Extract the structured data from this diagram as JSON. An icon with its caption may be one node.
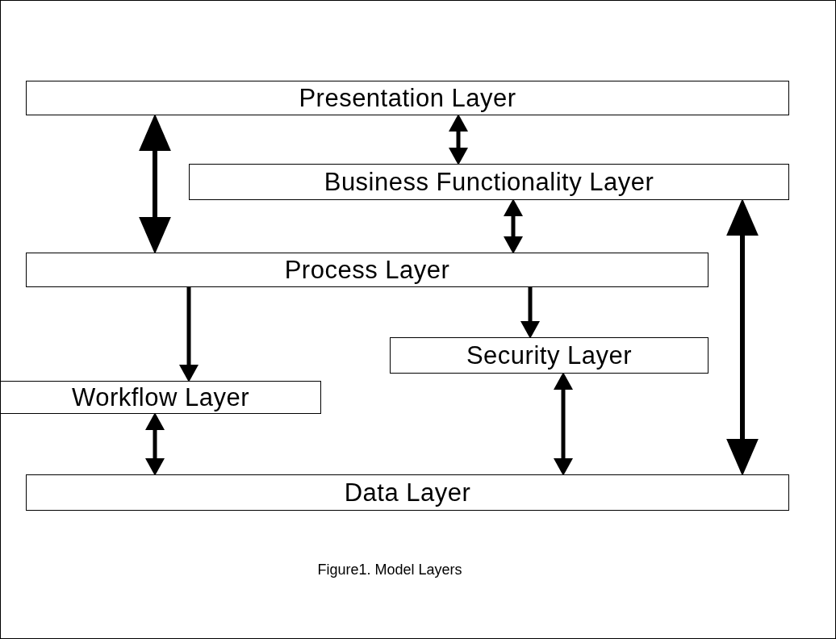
{
  "diagram": {
    "caption": "Figure1. Model Layers",
    "nodes": [
      {
        "text": [
          "Presentation Layer"
        ]
      },
      {
        "text": [
          "Business Functionality Layer"
        ]
      },
      {
        "text": [
          "Process Layer"
        ]
      },
      {
        "text": [
          "Security Layer"
        ]
      },
      {
        "text": [
          "Workflow Layer"
        ]
      },
      {
        "text": [
          "Data Layer"
        ]
      }
    ],
    "edges": [
      {
        "from": 0,
        "to": 2,
        "arrow": "both"
      },
      {
        "from": 0,
        "to": 1,
        "arrow": "both"
      },
      {
        "from": 1,
        "to": 2,
        "arrow": "both"
      },
      {
        "from": 2,
        "to": 4,
        "arrow": "to"
      },
      {
        "from": 2,
        "to": 3,
        "arrow": "to"
      },
      {
        "from": 4,
        "to": 5,
        "arrow": "both"
      },
      {
        "from": 3,
        "to": 5,
        "arrow": "both"
      },
      {
        "from": 1,
        "to": 5,
        "arrow": "both"
      }
    ]
  }
}
